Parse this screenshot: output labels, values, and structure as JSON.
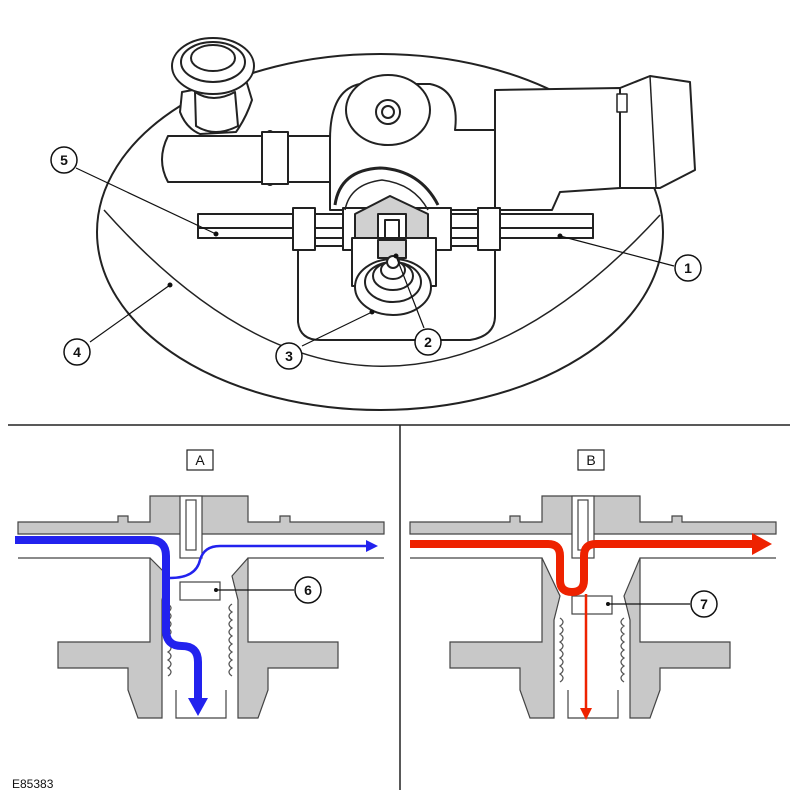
{
  "callouts": [
    "1",
    "2",
    "3",
    "4",
    "5",
    "6",
    "7"
  ],
  "panels": {
    "a": {
      "label": "A"
    },
    "b": {
      "label": "B"
    }
  },
  "figure_code": "E85383",
  "colors": {
    "flow_a": "#2222ee",
    "flow_b": "#ee2200",
    "section_fill": "#c8c8c8",
    "outline": "#222222"
  }
}
